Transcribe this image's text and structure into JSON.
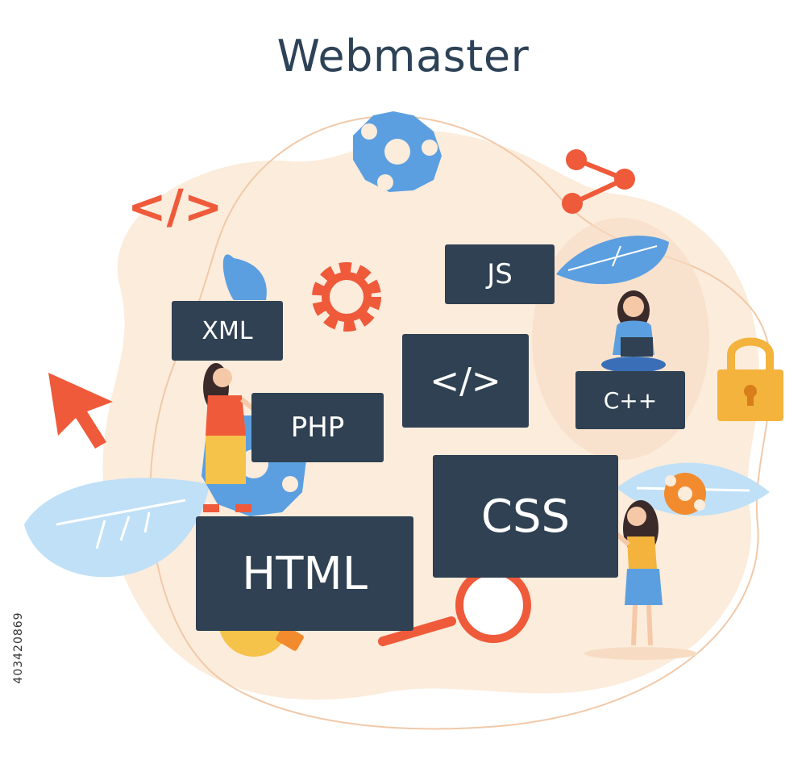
{
  "title": "Webmaster",
  "boards": {
    "xml": "XML",
    "js": "JS",
    "code": "</>",
    "php": "PHP",
    "cpp": "C++",
    "css": "CSS",
    "html": "HTML"
  },
  "floating_code_tag": "</>",
  "stock_id": "403420869",
  "colors": {
    "background_blob": "#fcecdc",
    "board": "#2f4152",
    "accent_orange": "#ef5a3a",
    "accent_blue": "#5b9fe0",
    "leaf_blue": "#bfe0f7",
    "lock_yellow": "#f3b33d",
    "title": "#2d4257"
  },
  "icons": [
    "code-tag-icon",
    "gear-icon",
    "puzzle-gear-icon",
    "share-icon",
    "cursor-arrow-icon",
    "padlock-icon",
    "magnifier-icon",
    "lightbulb-icon",
    "leaf-icon"
  ]
}
